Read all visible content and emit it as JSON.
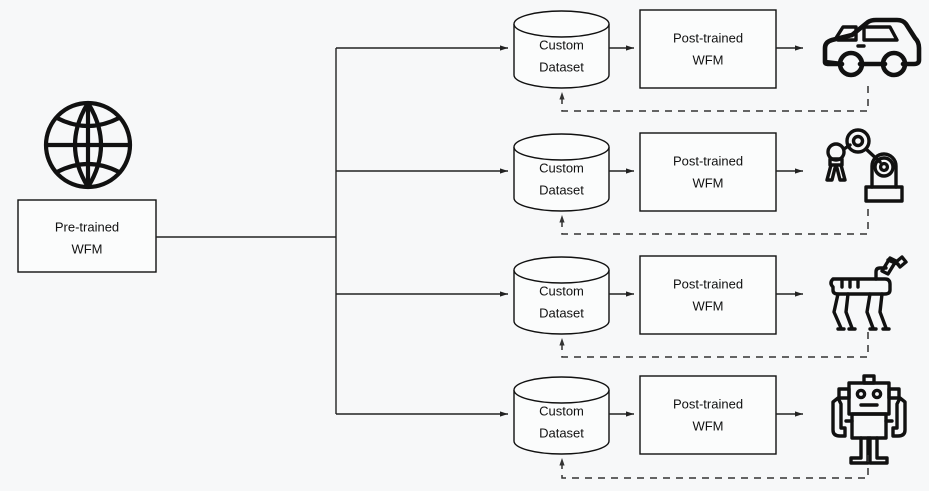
{
  "diagram": {
    "title": "Pre-trained WFM post-training pipeline",
    "background_color": "#f7f8f9",
    "stroke_color": "#111111",
    "source": {
      "icon": "globe-icon",
      "box_label_line1": "Pre-trained",
      "box_label_line2": "WFM"
    },
    "branches": [
      {
        "dataset_line1": "Custom",
        "dataset_line2": "Dataset",
        "model_line1": "Post-trained",
        "model_line2": "WFM",
        "target_icon": "car-icon"
      },
      {
        "dataset_line1": "Custom",
        "dataset_line2": "Dataset",
        "model_line1": "Post-trained",
        "model_line2": "WFM",
        "target_icon": "robot-arm-icon"
      },
      {
        "dataset_line1": "Custom",
        "dataset_line2": "Dataset",
        "model_line1": "Post-trained",
        "model_line2": "WFM",
        "target_icon": "quadruped-robot-icon"
      },
      {
        "dataset_line1": "Custom",
        "dataset_line2": "Dataset",
        "model_line1": "Post-trained",
        "model_line2": "WFM",
        "target_icon": "humanoid-robot-icon"
      }
    ]
  }
}
